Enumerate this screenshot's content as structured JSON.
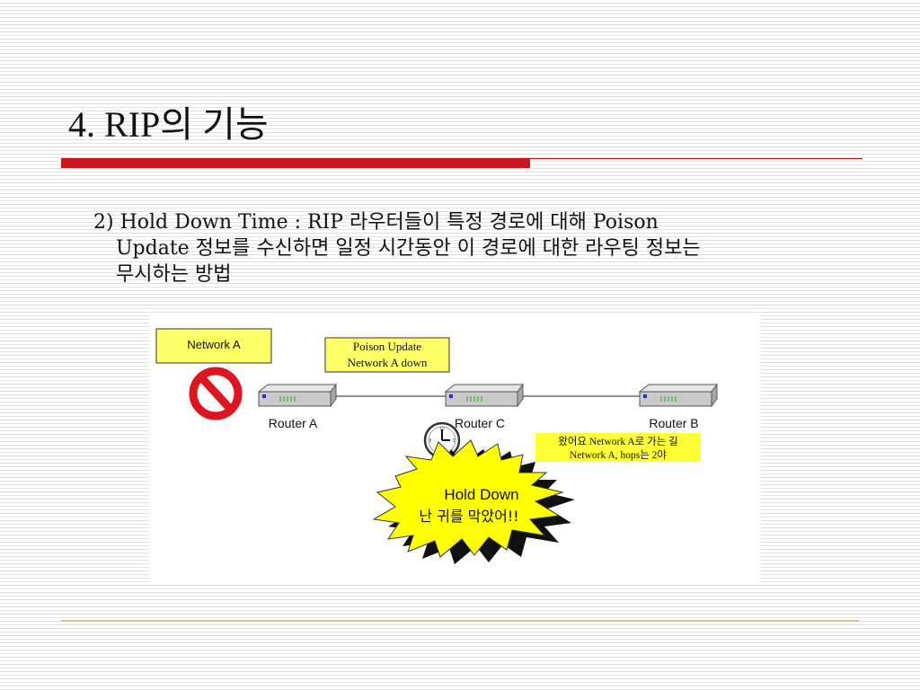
{
  "slide": {
    "title": "4. RIP의 기능",
    "body_line1": "2) Hold Down Time : RIP 라우터들이 특정 경로에 대해 Poison",
    "body_line2": "Update 정보를 수신하면 일정 시간동안 이 경로에 대한 라우팅 정보는",
    "body_line3": "무시하는 방법"
  },
  "diagram": {
    "network_a_label": "Network A",
    "poison_update_line1": "Poison Update",
    "poison_update_line2": "Network A down",
    "router_a": "Router A",
    "router_c": "Router C",
    "router_b": "Router B",
    "hopcount_line1": "왔어요 Network A로 가는 길",
    "hopcount_line2": "Network A, hops는 2야",
    "burst_line1": "Hold Down",
    "burst_line2": "난 귀를 막았어!!"
  },
  "colors": {
    "accent_red": "#c8171e",
    "label_yellow": "#ffff66",
    "burst_yellow": "#ffff00",
    "prohibit_red": "#e0141e"
  },
  "icons": [
    "prohibited-icon",
    "router-icon",
    "clock-icon"
  ]
}
